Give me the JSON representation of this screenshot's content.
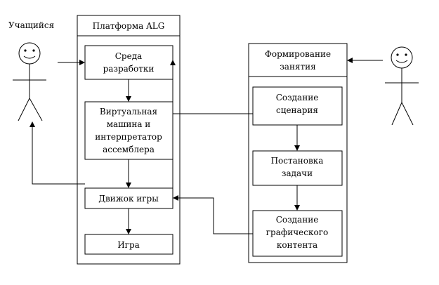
{
  "actors": {
    "student": {
      "label": "Учащийся"
    },
    "teacher": {
      "label": ""
    }
  },
  "platform": {
    "title": "Платформа ALG",
    "blocks": {
      "dev_env": [
        "Среда",
        "разработки"
      ],
      "vm": [
        "Виртуальная",
        "машина и",
        "интерпретатор",
        "ассемблера"
      ],
      "engine": [
        "Движок игры"
      ],
      "game": [
        "Игра"
      ]
    }
  },
  "lesson": {
    "title": [
      "Формирование",
      "занятия"
    ],
    "blocks": {
      "scenario": [
        "Создание",
        "сценария"
      ],
      "task": [
        "Постановка",
        "задачи"
      ],
      "graphics": [
        "Создание",
        "графического",
        "контента"
      ]
    }
  }
}
